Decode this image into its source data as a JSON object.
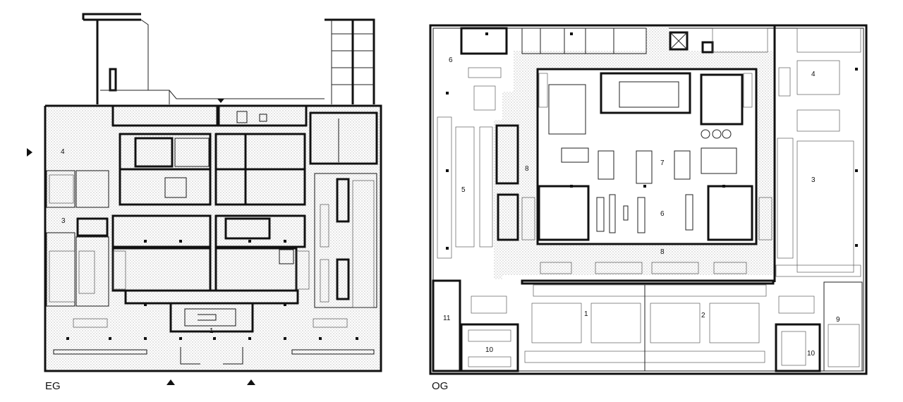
{
  "plans": [
    {
      "label": "EG",
      "rooms": [
        "1",
        "3",
        "4"
      ]
    },
    {
      "label": "OG",
      "rooms": [
        "1",
        "2",
        "3",
        "4",
        "5",
        "6",
        "6",
        "7",
        "8",
        "8",
        "9",
        "10",
        "10",
        "11"
      ]
    }
  ]
}
